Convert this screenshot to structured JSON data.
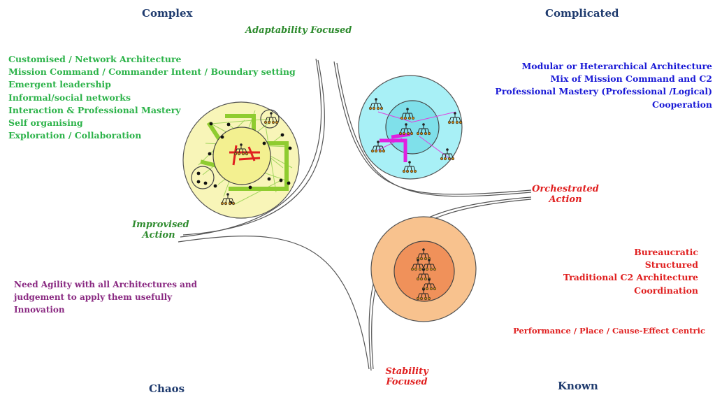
{
  "quadrants": {
    "complex": "Complex",
    "complicated": "Complicated",
    "chaos": "Chaos",
    "known": "Known"
  },
  "focus": {
    "adaptability": "Adaptability Focused",
    "improvised_line1": "Improvised",
    "improvised_line2": "Action",
    "orchestrated_line1": "Orchestrated",
    "orchestrated_line2": "Action",
    "stability_line1": "Stability",
    "stability_line2": "Focused"
  },
  "complex_list": [
    "Customised  / Network Architecture",
    "Mission Command / Commander Intent / Boundary setting",
    "Emergent leadership",
    "Informal/social networks",
    "Interaction & Professional  Mastery",
    "Self organising",
    "Exploration / Collaboration"
  ],
  "complicated_list": [
    "Modular or Heterarchical Architecture",
    "Mix of Mission Command and C2",
    "Professional Mastery  (Professional /Logical)",
    "Cooperation"
  ],
  "known_list": [
    "Bureaucratic",
    "Structured",
    "Traditional C2 Architecture",
    "Coordination"
  ],
  "known_footer": "Performance / Place  / Cause-Effect Centric",
  "chaos_list": [
    "Need Agility with all Architectures and",
    "judgement to apply them usefully",
    "Innovation"
  ],
  "colors": {
    "quadrant_title": "#1f3b6e",
    "complex_text": "#2db34a",
    "complicated_text": "#1a1ad6",
    "known_text": "#e02020",
    "chaos_text": "#8a2a82",
    "complex_outer": "#f8f5b8",
    "complex_inner": "#f3f090",
    "complicated_outer": "#a8f0f6",
    "complicated_inner": "#7fe0ea",
    "known_outer": "#f8c28e",
    "known_inner": "#f0915a"
  }
}
